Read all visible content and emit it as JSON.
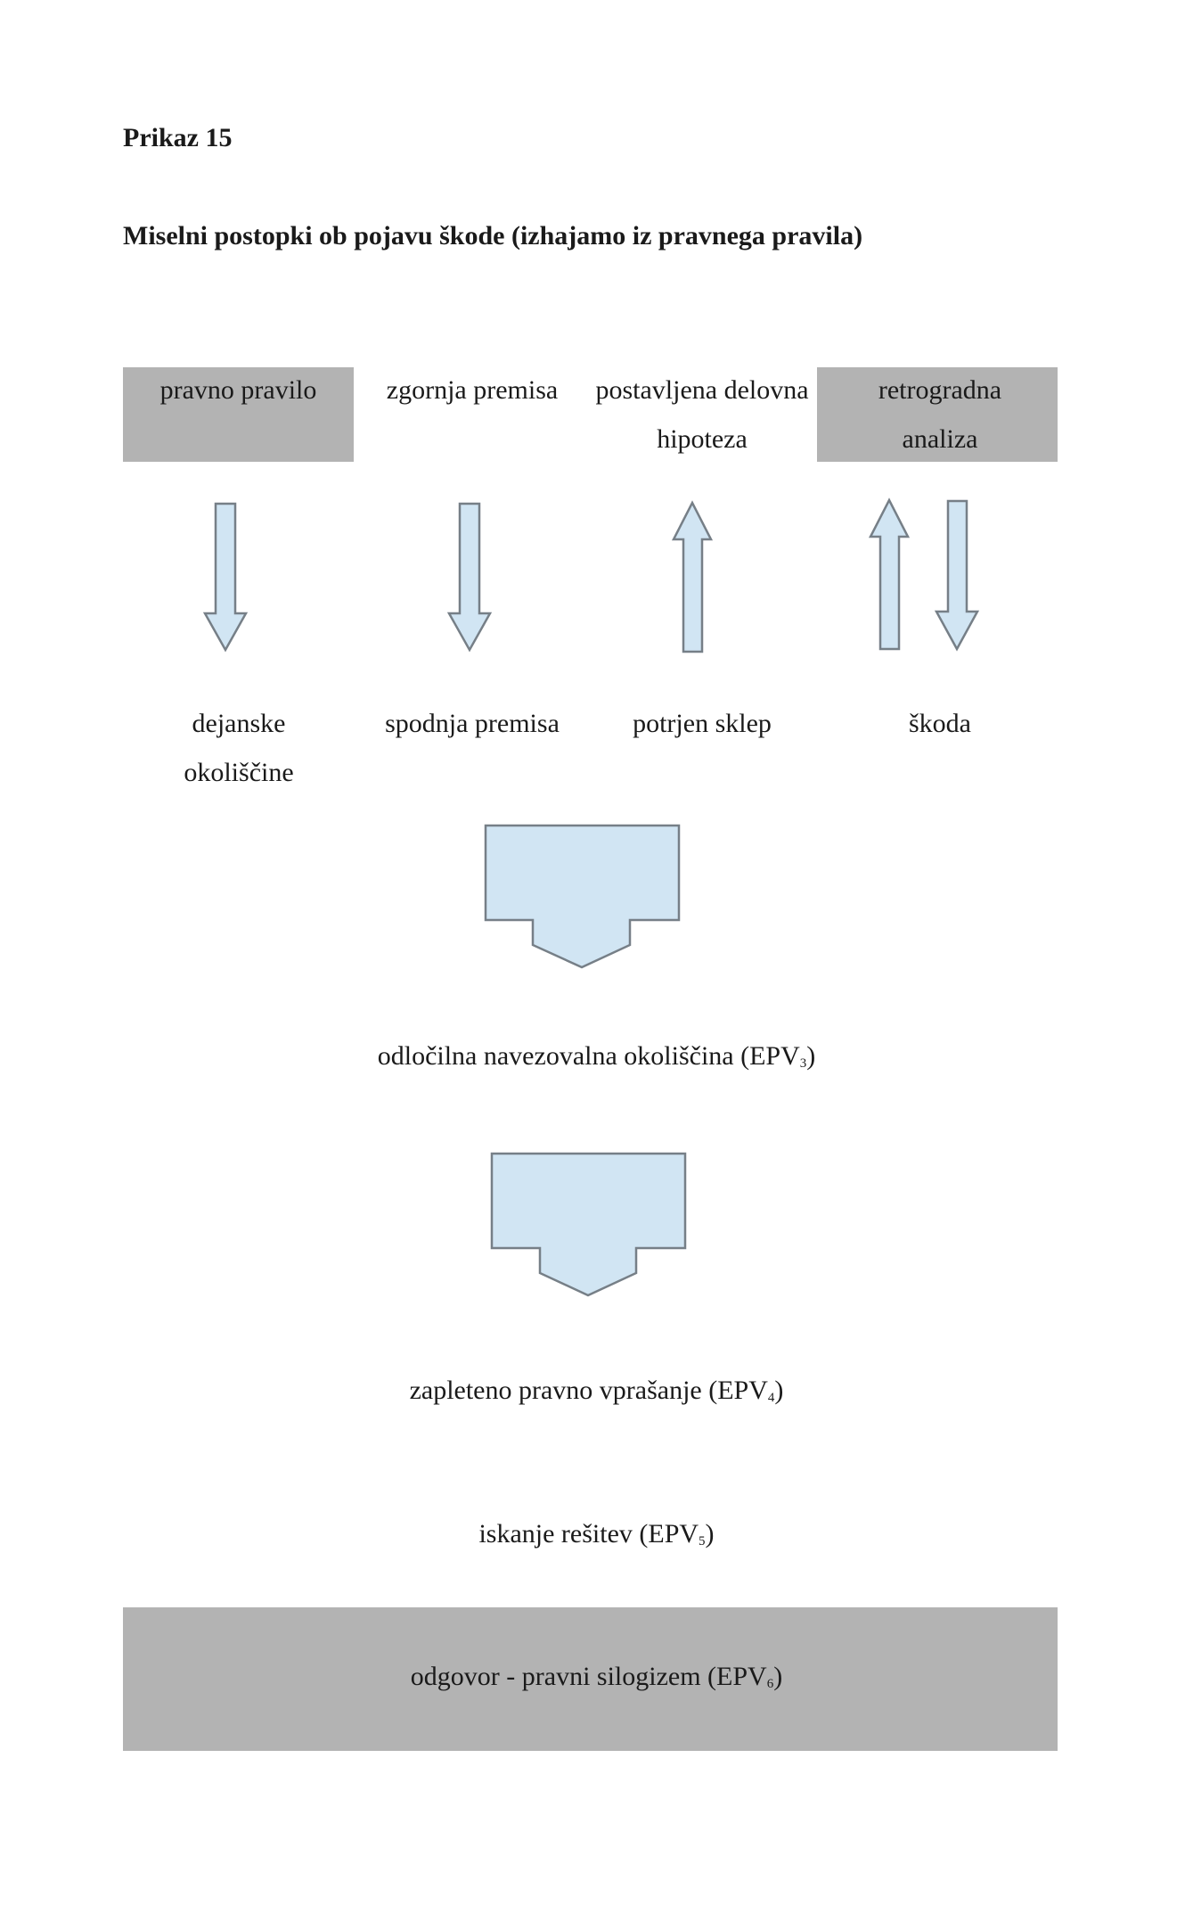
{
  "header": {
    "figure_label": "Prikaz 15",
    "title": "Miselni postopki ob pojavu škode (izhajamo iz pravnega pravila)"
  },
  "top_row": [
    {
      "text": "pravno pravilo",
      "highlighted": true
    },
    {
      "text": "zgornja premisa",
      "highlighted": false
    },
    {
      "text": "postavljena delovna hipoteza",
      "highlighted": false
    },
    {
      "text": "retrogradna analiza",
      "highlighted": true
    }
  ],
  "bottom_row": [
    {
      "text": "dejanske okoliščine"
    },
    {
      "text": "spodnja premisa"
    },
    {
      "text": "potrjen sklep"
    },
    {
      "text": "škoda"
    }
  ],
  "arrows": [
    "down",
    "down",
    "up",
    "up-down"
  ],
  "steps": {
    "epv3": {
      "text": "odločilna navezovalna okoliščina (EPV",
      "sub": "3",
      "close": ")"
    },
    "epv4": {
      "text": "zapleteno pravno vprašanje (EPV",
      "sub": "4",
      "close": ")"
    },
    "epv5": {
      "text": "iskanje rešitev (EPV",
      "sub": "5",
      "close": ")"
    },
    "epv6": {
      "text": "odgovor - pravni silogizem (EPV",
      "sub": "6",
      "close": ")"
    }
  },
  "colors": {
    "highlight_box": "#b3b3b3",
    "arrow_fill": "#d1e5f3",
    "arrow_stroke": "#767f87"
  }
}
